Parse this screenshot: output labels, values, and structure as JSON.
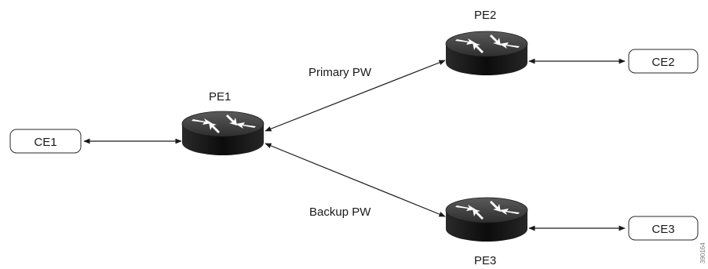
{
  "routers": {
    "pe1": {
      "label": "PE1"
    },
    "pe2": {
      "label": "PE2"
    },
    "pe3": {
      "label": "PE3"
    }
  },
  "customer_edges": {
    "ce1": {
      "label": "CE1"
    },
    "ce2": {
      "label": "CE2"
    },
    "ce3": {
      "label": "CE3"
    }
  },
  "links": {
    "primary": {
      "label": "Primary PW"
    },
    "backup": {
      "label": "Backup PW"
    }
  },
  "figure_id": "390164",
  "colors": {
    "router_top": "#4a4a4a",
    "router_side": "#141414",
    "arrow": "#ffffff",
    "line": "#1a1a1a"
  },
  "icons": {
    "router": "router-icon",
    "link": "double-arrow-line"
  }
}
